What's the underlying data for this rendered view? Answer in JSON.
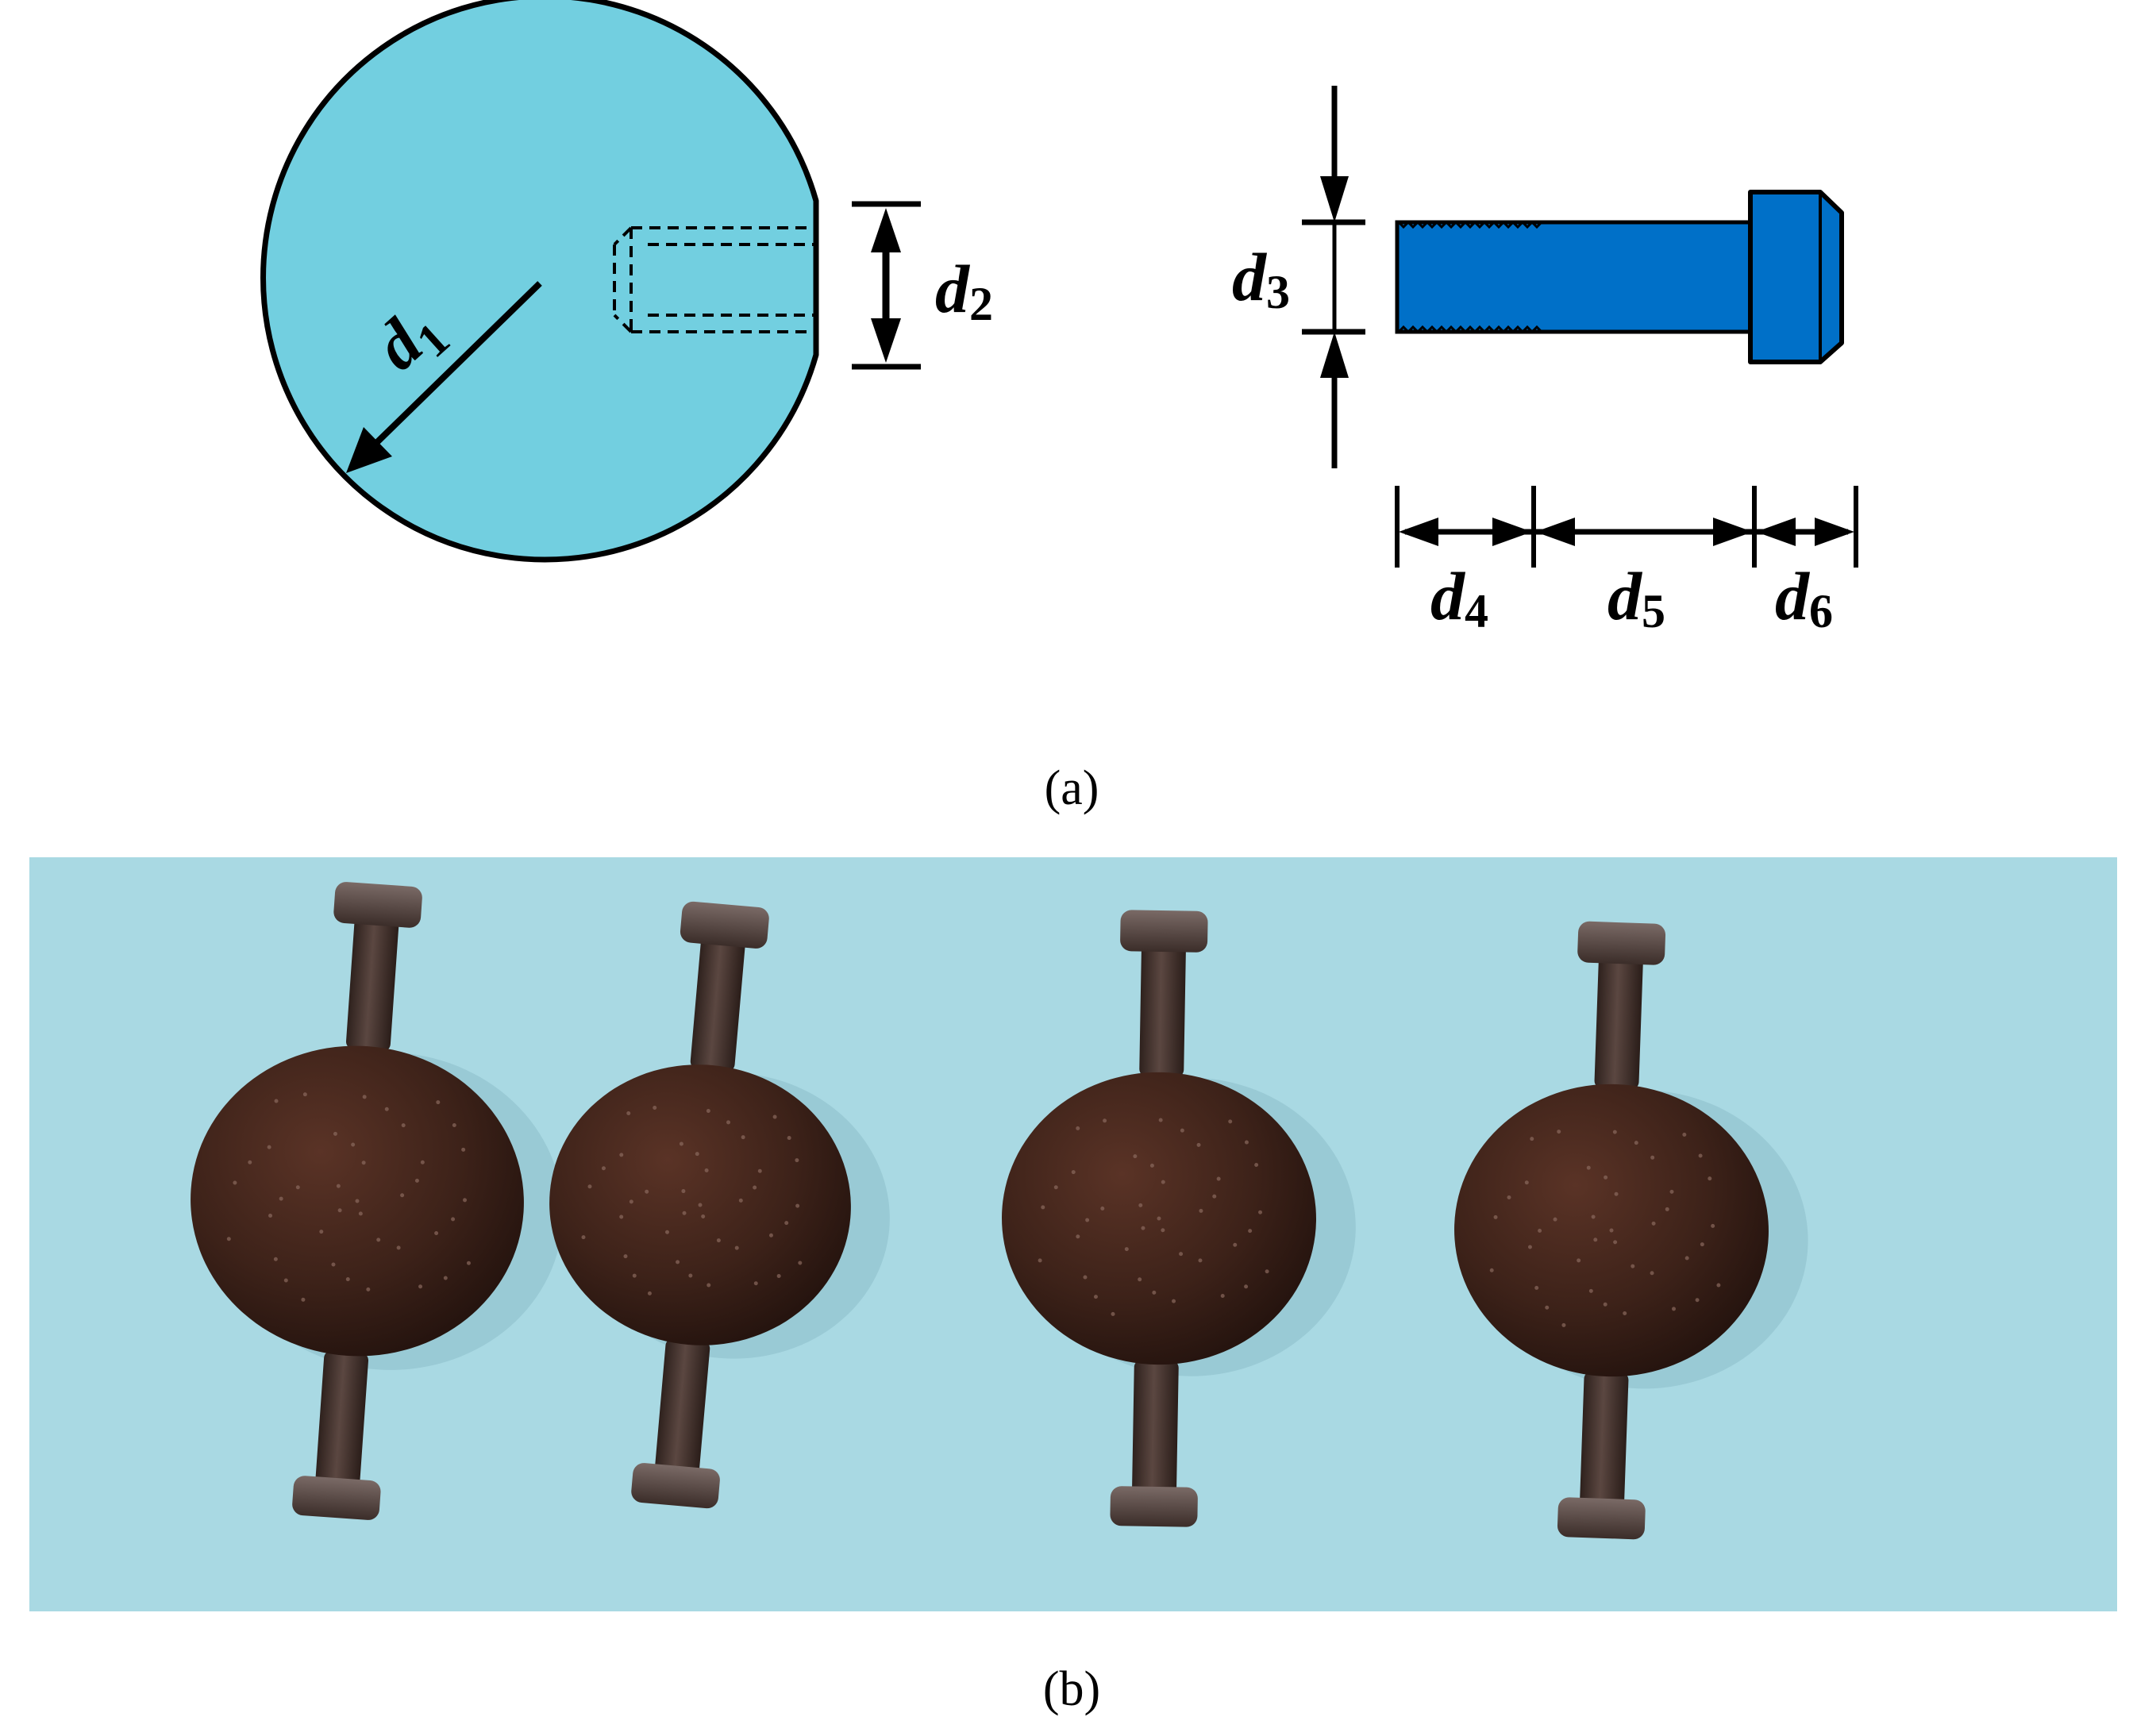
{
  "colors": {
    "sphere_fill": "#72cfe0",
    "bolt_fill": "#0070c8",
    "outline": "#000000",
    "photo_background": "#a9d9e3",
    "ball_color": "#3d2219",
    "bolt_metal": "#4a3a34"
  },
  "dimensions": {
    "d1": {
      "symbol": "d",
      "sub": "1"
    },
    "d2": {
      "symbol": "d",
      "sub": "2"
    },
    "d3": {
      "symbol": "d",
      "sub": "3"
    },
    "d4": {
      "symbol": "d",
      "sub": "4"
    },
    "d5": {
      "symbol": "d",
      "sub": "5"
    },
    "d6": {
      "symbol": "d",
      "sub": "6"
    }
  },
  "captions": {
    "a": "(a)",
    "b": "(b)"
  },
  "photo": {
    "specimen_count": 4
  }
}
